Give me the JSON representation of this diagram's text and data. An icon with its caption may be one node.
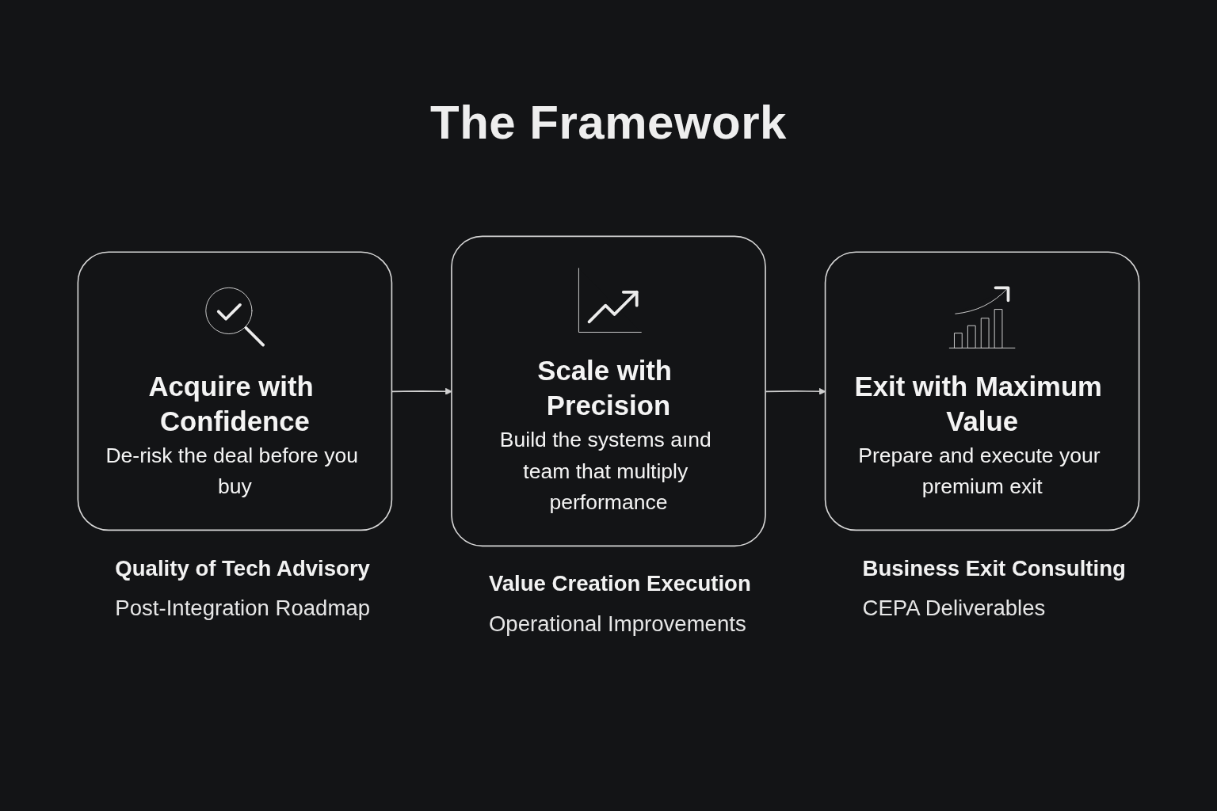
{
  "diagram": {
    "title": "The Framework",
    "nodes": [
      {
        "text": [
          "Acquire with Confidence",
          "De-risk the deal before you buy"
        ],
        "beside": [
          "Quality of Tech Advisory",
          "Post-Integration Roadmap"
        ]
      },
      {
        "text": [
          "Scale with Precision",
          "Build the systems aınd team that multiply performance"
        ],
        "beside": [
          "Value Creation Execution",
          "Operational Improvements"
        ]
      },
      {
        "text": [
          "Exit with Maximum Value",
          "Prepare and execute your premium exit"
        ],
        "beside": [
          "Business Exit Consulting",
          "CEPA Deliverables"
        ]
      }
    ],
    "edges": [
      {
        "from": 0,
        "to": 1,
        "arrow": "to"
      },
      {
        "from": 1,
        "to": 2,
        "arrow": "to"
      }
    ]
  }
}
